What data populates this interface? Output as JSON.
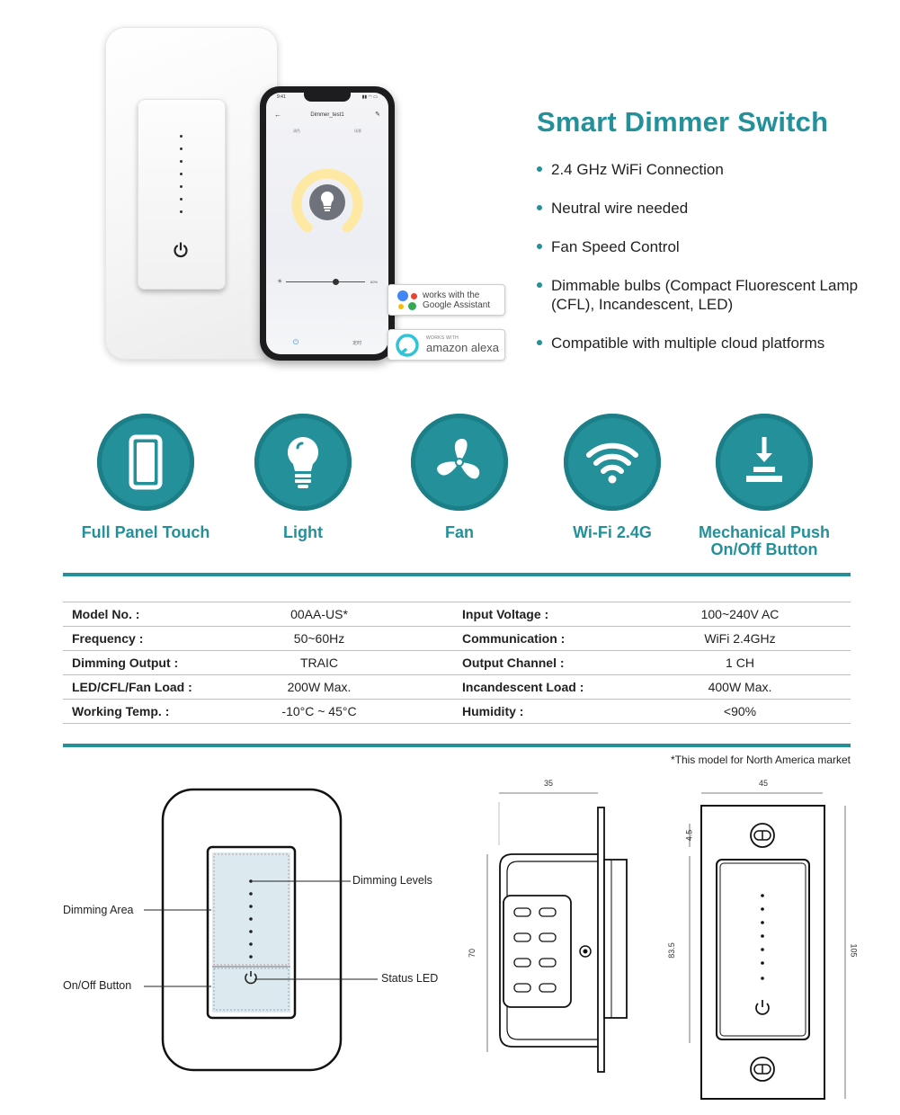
{
  "hero": {
    "title": "Smart Dimmer Switch",
    "features": [
      "2.4 GHz WiFi Connection",
      "Neutral wire needed",
      "Fan Speed Control",
      "Dimmable bulbs (Compact Fluorescent Lamp (CFL), Incandescent, LED)",
      "Compatible with multiple cloud platforms"
    ]
  },
  "phone": {
    "time": "9:41",
    "app_title": "Dimmer_test1",
    "tab_left": "调色",
    "tab_right": "场景",
    "percent": "60%",
    "bottom_right": "定时"
  },
  "badges": {
    "google_line1": "works with the",
    "google_line2": "Google Assistant",
    "alexa_small": "WORKS WITH",
    "alexa_big": "amazon alexa"
  },
  "icons": [
    {
      "label": "Full Panel Touch",
      "icon": "phone-panel-icon"
    },
    {
      "label": "Light",
      "icon": "light-bulb-icon"
    },
    {
      "label": "Fan",
      "icon": "fan-icon"
    },
    {
      "label": "Wi-Fi 2.4G",
      "icon": "wifi-icon"
    },
    {
      "label_line1": "Mechanical Push",
      "label_line2": "On/Off Button",
      "icon": "push-button-icon"
    }
  ],
  "specs": [
    {
      "k1": "Model No. :",
      "v1": "00AA-US*",
      "k2": "Input Voltage :",
      "v2": "100~240V AC"
    },
    {
      "k1": "Frequency :",
      "v1": "50~60Hz",
      "k2": "Communication  :",
      "v2": "WiFi 2.4GHz"
    },
    {
      "k1": "Dimming Output :",
      "v1": "TRAIC",
      "k2": "Output Channel :",
      "v2": "1 CH"
    },
    {
      "k1": "LED/CFL/Fan Load :",
      "v1": "200W Max.",
      "k2": "Incandescent Load :",
      "v2": "400W Max."
    },
    {
      "k1": "Working Temp. :",
      "v1": "-10°C ~ 45°C",
      "k2": "Humidity :",
      "v2": "<90%"
    }
  ],
  "note": "*This model for North America market",
  "diagram": {
    "dimming_levels": "Dimming Levels",
    "dimming_area": "Dimming Area",
    "onoff_button": "On/Off Button",
    "status_led": "Status LED"
  },
  "dimensions": {
    "side_width": "35",
    "side_height": "70",
    "front_width": "45",
    "front_top": "4.5",
    "front_inner_height": "83.5",
    "front_height": "105"
  },
  "colors": {
    "teal": "#23909a",
    "teal_dark": "#1c7f88"
  }
}
